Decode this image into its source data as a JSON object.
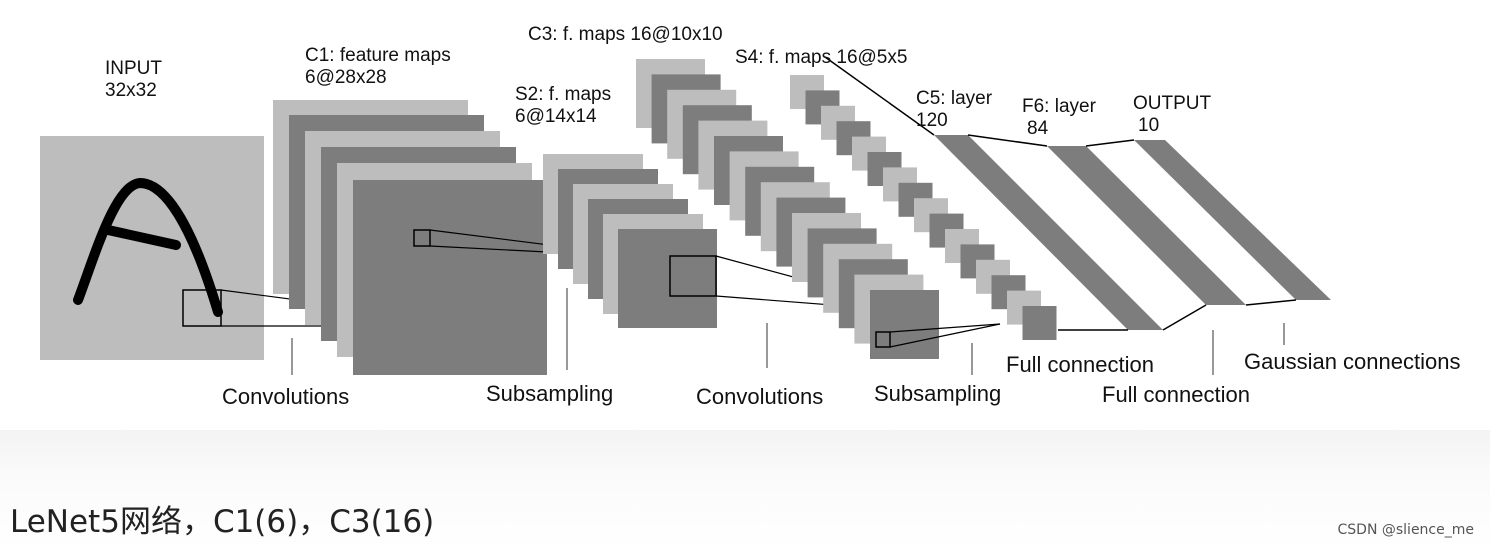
{
  "diagram": {
    "labels": {
      "input": [
        "INPUT",
        "32x32"
      ],
      "c1": [
        "C1: feature maps",
        "6@28x28"
      ],
      "s2": [
        "S2: f. maps",
        "6@14x14"
      ],
      "c3": [
        "C3: f. maps 16@10x10"
      ],
      "s4": [
        "S4: f. maps 16@5x5"
      ],
      "c5": [
        "C5: layer",
        "120"
      ],
      "f6": [
        "F6: layer",
        "84"
      ],
      "output": [
        "OUTPUT",
        "10"
      ]
    },
    "operations": [
      "Convolutions",
      "Subsampling",
      "Convolutions",
      "Subsampling",
      "Full connection",
      "Full connection",
      "Gaussian connections"
    ]
  },
  "caption": "LeNet5网络，C1(6)，C3(16)",
  "watermark": "CSDN @slience_me",
  "colors": {
    "light_map": "#bdbdbd",
    "dark_map": "#7d7d7d",
    "line": "#111111"
  }
}
